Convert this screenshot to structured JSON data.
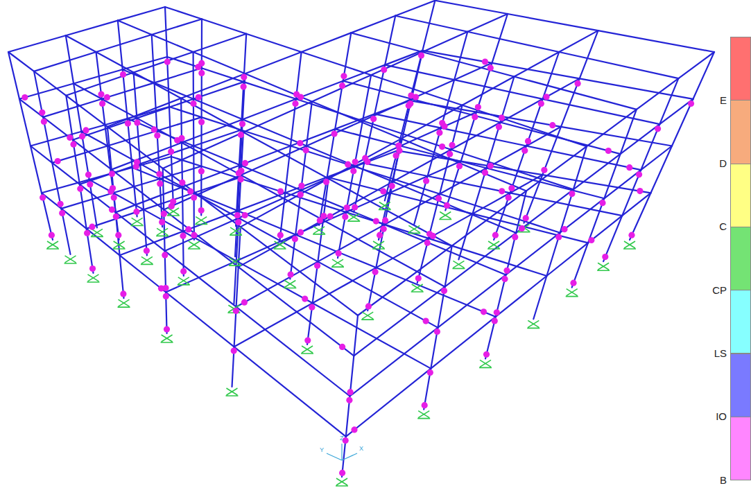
{
  "diagram": {
    "labels": [
      "Y",
      "Z",
      "X"
    ],
    "legend": [
      {
        "text": "E",
        "color": "#ff7070"
      },
      {
        "text": "D",
        "color": "#f7ab7d"
      },
      {
        "text": "C",
        "color": "#ffff84"
      },
      {
        "text": "CP",
        "color": "#74e374"
      },
      {
        "text": "LS",
        "color": "#86ffff"
      },
      {
        "text": "IO",
        "color": "#7a7aff"
      },
      {
        "text": "B",
        "color": "#ff86ff"
      }
    ]
  }
}
